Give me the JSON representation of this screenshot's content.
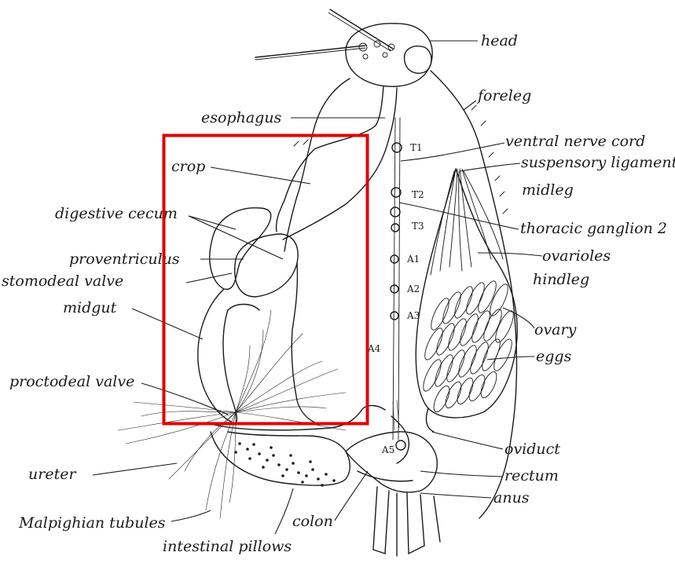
{
  "labels": {
    "head": "head",
    "foreleg": "foreleg",
    "esophagus": "esophagus",
    "ventral_nerve_cord": "ventral nerve cord",
    "suspensory_ligament": "suspensory ligament",
    "crop": "crop",
    "midleg": "midleg",
    "digestive_cecum": "digestive cecum",
    "thoracic_ganglion_2": "thoracic ganglion 2",
    "proventriculus": "proventriculus",
    "ovarioles": "ovarioles",
    "stomodeal_valve": "stomodeal valve",
    "hindleg": "hindleg",
    "midgut": "midgut",
    "ovary": "ovary",
    "eggs": "eggs",
    "proctodeal_valve": "proctodeal valve",
    "oviduct": "oviduct",
    "rectum": "rectum",
    "ureter": "ureter",
    "anus": "anus",
    "malpighian_tubules": "Malpighian tubules",
    "colon": "colon",
    "intestinal_pillows": "intestinal pillows"
  },
  "segment_markers": {
    "t1": "T1",
    "t2": "T2",
    "t3": "T3",
    "a1": "A1",
    "a2": "A2",
    "a3": "A3",
    "a4": "A4",
    "a5": "A5"
  },
  "highlight": {
    "color": "#e00000"
  }
}
